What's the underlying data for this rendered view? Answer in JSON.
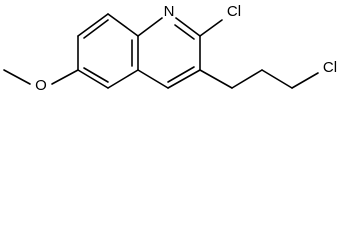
{
  "molecule": {
    "atoms": {
      "ring_nitrogen": "N",
      "chloro_2": "Cl",
      "chloro_chain": "Cl",
      "methoxy_oxygen": "O"
    }
  }
}
